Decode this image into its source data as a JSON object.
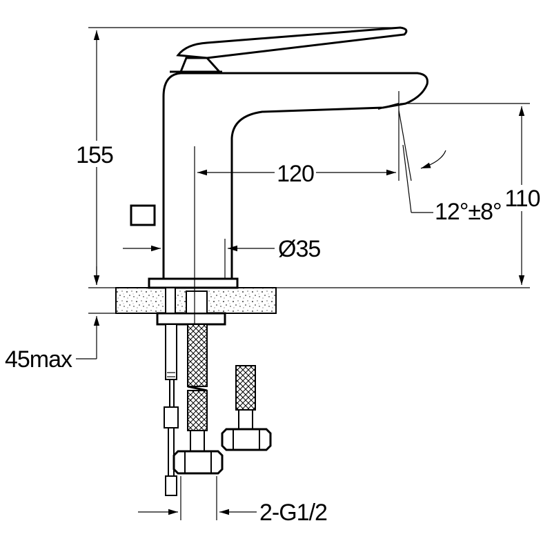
{
  "dimensions": {
    "height_total": "155",
    "spout_reach": "120",
    "spout_height": "110",
    "body_diameter": "Ø35",
    "angle": "12°±8°",
    "max_deck": "45max",
    "connection": "2-G1/2"
  }
}
